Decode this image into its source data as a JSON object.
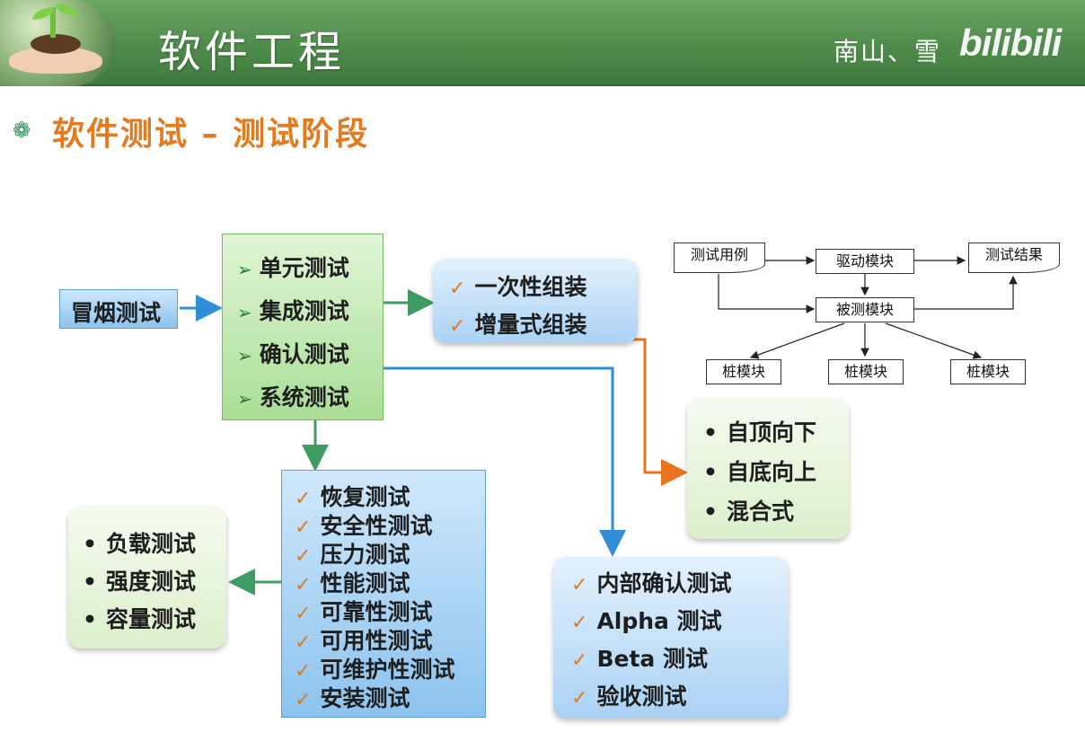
{
  "header": {
    "title": "软件工程",
    "author": "南山、雪",
    "logo_text": "bilibili"
  },
  "section": {
    "title": "软件测试 – 测试阶段"
  },
  "smoke_test": "冒烟测试",
  "stages": [
    "单元测试",
    "集成测试",
    "确认测试",
    "系统测试"
  ],
  "integration_methods": [
    "一次性组装",
    "增量式组装"
  ],
  "incremental_strategies": [
    "自顶向下",
    "自底向上",
    "混合式"
  ],
  "acceptance_tests": [
    "内部确认测试",
    "Alpha 测试",
    "Beta 测试",
    "验收测试"
  ],
  "system_tests": [
    "恢复测试",
    "安全性测试",
    "压力测试",
    "性能测试",
    "可靠性测试",
    "可用性测试",
    "可维护性测试",
    "安装测试"
  ],
  "performance_tests": [
    "负载测试",
    "强度测试",
    "容量测试"
  ],
  "unit_test_env": {
    "test_cases": "测试用例",
    "driver": "驱动模块",
    "results": "测试结果",
    "module_under_test": "被测模块",
    "stubs": [
      "桩模块",
      "桩模块",
      "桩模块"
    ]
  },
  "colors": {
    "header_green": "#4f8c4b",
    "title_orange": "#e47a1e",
    "blue_arrow": "#2f8fd6",
    "green_arrow": "#3f9a63",
    "orange_arrow": "#e8731c"
  }
}
